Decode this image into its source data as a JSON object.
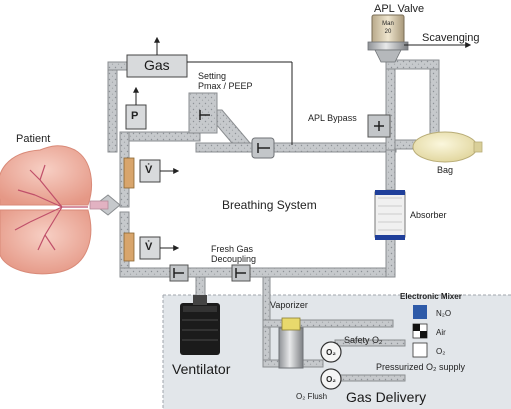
{
  "diagram": {
    "labels": {
      "patient": "Patient",
      "gas": "Gas",
      "p": "P",
      "v_dot_1": "V̇",
      "v_dot_2": "V̇",
      "setting": "Setting",
      "pmax_peep": "Pmax / PEEP",
      "apl_valve": "APL Valve",
      "valve_dial_top": "Man",
      "valve_dial_bottom": "20",
      "scavenging": "Scavenging",
      "apl_bypass": "APL Bypass",
      "bag": "Bag",
      "breathing_system": "Breathing System",
      "absorber": "Absorber",
      "fresh_gas": "Fresh Gas",
      "decoupling": "Decoupling",
      "ventilator": "Ventilator",
      "vaporizer": "Vaporizer",
      "electronic_mixer": "Electronic Mixer",
      "n2o": "N₂O",
      "air": "Air",
      "o2": "O₂",
      "safety_o2": "Safety O₂",
      "o2_symbol": "O₂",
      "pressurized_o2_supply": "Pressurized O₂ supply",
      "o2_flush": "O₂ Flush",
      "gas_delivery": "Gas Delivery"
    },
    "colors": {
      "pipe_fill": "#c6c9cc",
      "pipe_edge": "#8a8d90",
      "box_fill": "#d8dadc",
      "box_edge": "#555555",
      "lung": "#f2b5a8",
      "lung_vessel": "#c0506a",
      "bag": "#f3ecc4",
      "gas_delivery_panel": "#e2e6ea",
      "n2o_swatch": "#2e5aa8",
      "ventilator_body": "#1b1b1b",
      "absorber_band": "#1f3f9a"
    }
  }
}
